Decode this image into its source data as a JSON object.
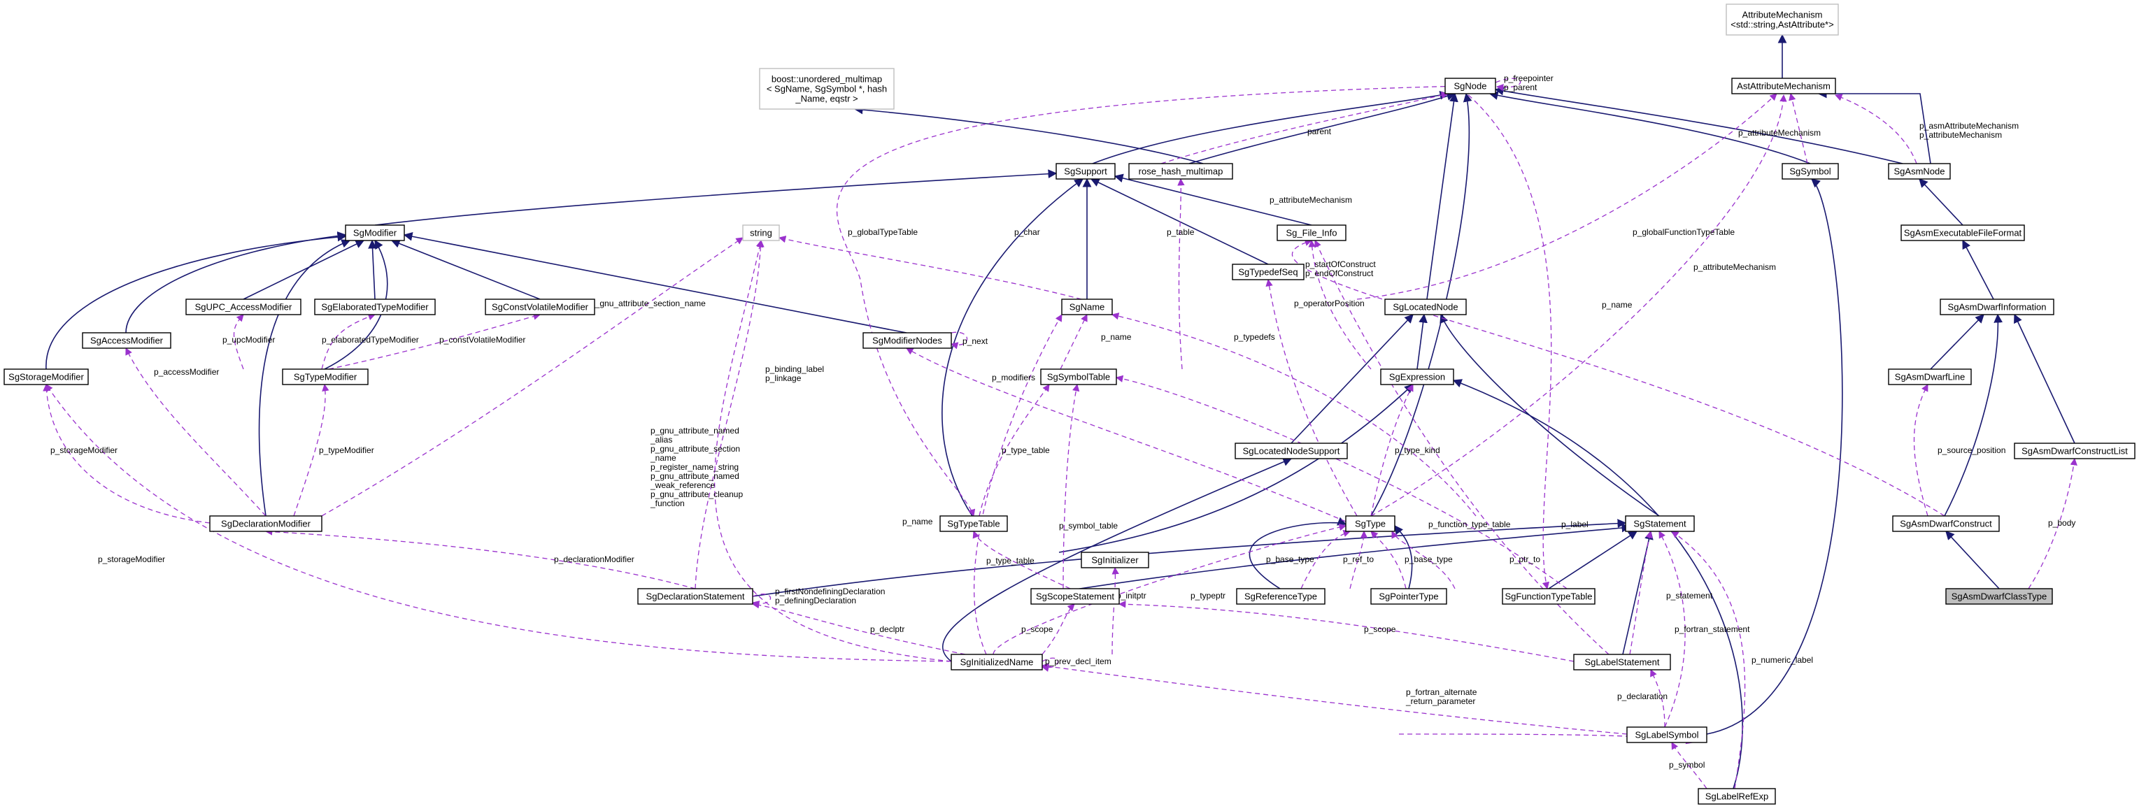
{
  "nodes": {
    "attr_mech_std": [
      "AttributeMechanism",
      "<std::string,AstAttribute*>"
    ],
    "ast_attr_mech": [
      "AstAttributeMechanism"
    ],
    "boost_map": [
      "boost::unordered_multimap",
      "< SgName, SgSymbol *, hash",
      "_Name, eqstr >"
    ],
    "sgnode": [
      "SgNode"
    ],
    "sgsupport": [
      "SgSupport"
    ],
    "rose_hash": [
      "rose_hash_multimap"
    ],
    "sgsymbol": [
      "SgSymbol"
    ],
    "sgasmnode": [
      "SgAsmNode"
    ],
    "string": [
      "string"
    ],
    "sgmodifier": [
      "SgModifier"
    ],
    "sgfileinfo": [
      "Sg_File_Info"
    ],
    "sgtypedefseq": [
      "SgTypedefSeq"
    ],
    "sgasmexec": [
      "SgAsmExecutableFileFormat"
    ],
    "sgupc": [
      "SgUPC_AccessModifier"
    ],
    "sgelab": [
      "SgElaboratedTypeModifier"
    ],
    "sgconstvol": [
      "SgConstVolatileModifier"
    ],
    "sgname": [
      "SgName"
    ],
    "sglocated": [
      "SgLocatedNode"
    ],
    "sgasmdwarfinfo": [
      "SgAsmDwarfInformation"
    ],
    "sgaccess": [
      "SgAccessModifier"
    ],
    "sgmodnodes": [
      "SgModifierNodes"
    ],
    "sgstorage": [
      "SgStorageModifier"
    ],
    "sgtypemod": [
      "SgTypeModifier"
    ],
    "sgsymtab": [
      "SgSymbolTable"
    ],
    "sgexpr": [
      "SgExpression"
    ],
    "sgasmdwarfline": [
      "SgAsmDwarfLine"
    ],
    "sglocsupport": [
      "SgLocatedNodeSupport"
    ],
    "sgasmdwarfclist": [
      "SgAsmDwarfConstructList"
    ],
    "sgdeclmod": [
      "SgDeclarationModifier"
    ],
    "sgtypetable": [
      "SgTypeTable"
    ],
    "sgtype": [
      "SgType"
    ],
    "sgstatement": [
      "SgStatement"
    ],
    "sgasmdwarfconstruct": [
      "SgAsmDwarfConstruct"
    ],
    "sginitializer": [
      "SgInitializer"
    ],
    "sgdeclstmt": [
      "SgDeclarationStatement"
    ],
    "sgscopestmt": [
      "SgScopeStatement"
    ],
    "sgreftype": [
      "SgReferenceType"
    ],
    "sgptrtype": [
      "SgPointerType"
    ],
    "sgfunctypetable": [
      "SgFunctionTypeTable"
    ],
    "sgasmdwarfclasstype": [
      "SgAsmDwarfClassType"
    ],
    "sginitname": [
      "SgInitializedName"
    ],
    "sglabelstmt": [
      "SgLabelStatement"
    ],
    "sglabelsymbol": [
      "SgLabelSymbol"
    ],
    "sglabelrefexp": [
      "SgLabelRefExp"
    ]
  },
  "edge_labels": {
    "freepointer": [
      "p_freepointer",
      "p_parent"
    ],
    "parent": [
      "parent"
    ],
    "attribute_mechanism_1": [
      "p_attributeMechanism"
    ],
    "asm_attr": [
      "p_asmAttributeMechanism",
      "p_attributeMechanism"
    ],
    "attribute_mechanism_2": [
      "p_attributeMechanism"
    ],
    "attribute_mechanism_3": [
      "p_attributeMechanism"
    ],
    "global_type_table": [
      "p_globalTypeTable"
    ],
    "global_function_type_table": [
      "p_globalFunctionTypeTable"
    ],
    "p_char": [
      "p_char"
    ],
    "p_table": [
      "p_table"
    ],
    "start_of_construct": [
      "p_startOfConstruct",
      "p_endOfConstruct"
    ],
    "operator_position": [
      "p_operatorPosition"
    ],
    "p_typedefs": [
      "p_typedefs"
    ],
    "p_name_1": [
      "p_name"
    ],
    "p_name_2": [
      "p_name"
    ],
    "p_name_3": [
      "p_name"
    ],
    "gnu_section": [
      "p_gnu_attribute_section_name"
    ],
    "upc_modifier": [
      "p_upcModifier"
    ],
    "elaborated_modifier": [
      "p_elaboratedTypeModifier"
    ],
    "const_volatile_modifier": [
      "p_constVolatileModifier"
    ],
    "p_next": [
      "p_next"
    ],
    "p_modifiers": [
      "p_modifiers"
    ],
    "access_modifier": [
      "p_accessModifier"
    ],
    "storage_modifier_1": [
      "p_storageModifier"
    ],
    "storage_modifier_2": [
      "p_storageModifier"
    ],
    "type_modifier": [
      "p_typeModifier"
    ],
    "binding_label": [
      "p_binding_label",
      "p_linkage"
    ],
    "gnu_named": [
      "p_gnu_attribute_named",
      "_alias",
      "p_gnu_attribute_section",
      "_name",
      "p_register_name_string",
      "p_gnu_attribute_named",
      "_weak_reference",
      "p_gnu_attribute_cleanup",
      "_function"
    ],
    "p_type_table_1": [
      "p_type_table"
    ],
    "p_type_table_2": [
      "p_type_table"
    ],
    "p_type_kind": [
      "p_type_kind"
    ],
    "function_type_table": [
      "p_function_type_table"
    ],
    "p_label": [
      "p_label"
    ],
    "source_position": [
      "p_source_position"
    ],
    "p_body": [
      "p_body"
    ],
    "declaration_modifier": [
      "p_declarationModifier"
    ],
    "first_nondefining": [
      "p_firstNondefiningDeclaration",
      "p_definingDeclaration"
    ],
    "symbol_table": [
      "p_symbol_table"
    ],
    "p_initptr": [
      "p_initptr"
    ],
    "p_typeptr": [
      "p_typeptr"
    ],
    "p_base_type_1": [
      "p_base_type"
    ],
    "p_ref_to": [
      "p_ref_to"
    ],
    "p_base_type_2": [
      "p_base_type"
    ],
    "p_ptr_to": [
      "p_ptr_to"
    ],
    "p_statement": [
      "p_statement"
    ],
    "p_declptr": [
      "p_declptr"
    ],
    "p_scope_1": [
      "p_scope"
    ],
    "p_scope_2": [
      "p_scope"
    ],
    "prev_decl_item": [
      "p_prev_decl_item"
    ],
    "fortran_statement": [
      "p_fortran_statement"
    ],
    "numeric_label": [
      "p_numeric_label"
    ],
    "fortran_alternate": [
      "p_fortran_alternate",
      "_return_parameter"
    ],
    "p_declaration": [
      "p_declaration"
    ],
    "p_symbol": [
      "p_symbol"
    ]
  },
  "colors": {
    "inheritance_edge": "#191970",
    "usage_edge": "#9a32cd",
    "focus_node_fill": "#bfbfbf",
    "external_node_border": "#bfbfbf"
  }
}
